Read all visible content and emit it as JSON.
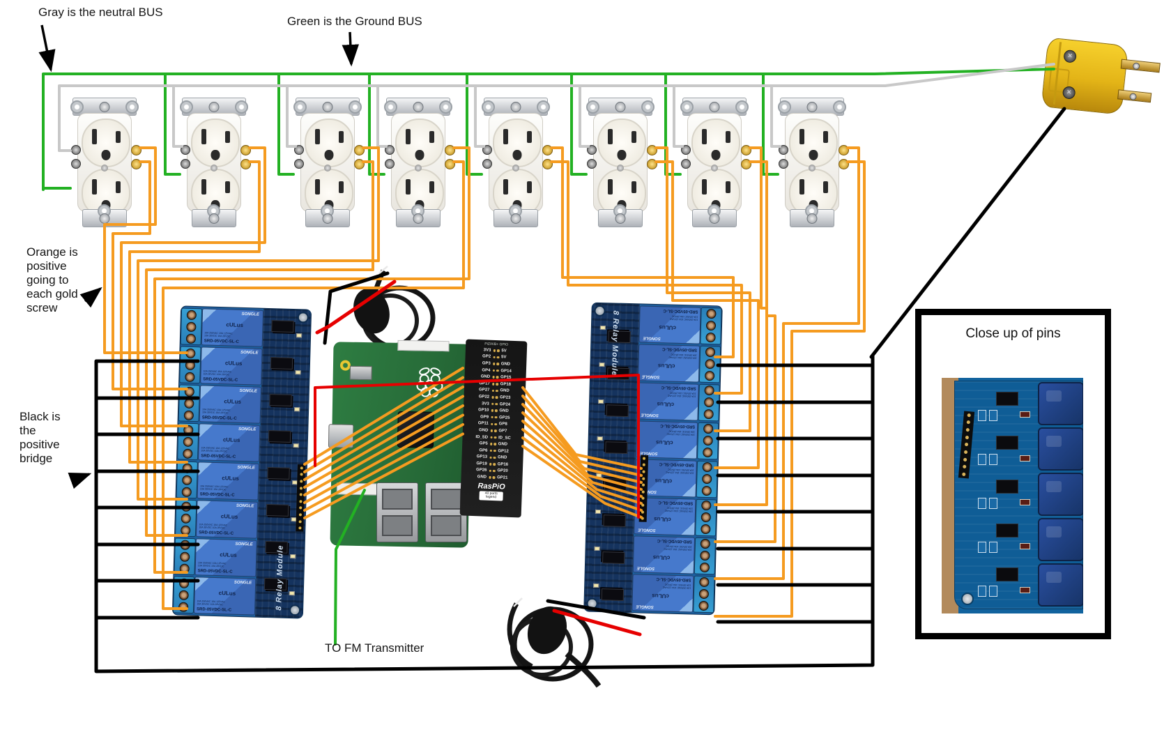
{
  "annotations": {
    "gray_note": "Gray is the neutral BUS",
    "green_note": "Green is the Ground BUS",
    "orange_note": "Orange is\npositive\ngoing to\neach gold\nscrew",
    "black_note": "Black is\nthe\npositive\nbridge",
    "fm_note": "TO FM Transmitter",
    "inset_title": "Close up of pins"
  },
  "colors": {
    "ground_green": "#23b123",
    "neutral_gray": "#c8c8c8",
    "positive_orange": "#f59b20",
    "bridge_black": "#000000",
    "power_red": "#e60000",
    "board_blue": "#1d5f9e",
    "relay_blue": "#3e74c8",
    "pi_green": "#2e7d42",
    "plug_yellow": "#f2c423"
  },
  "outlets": {
    "count": 8
  },
  "relay_module": {
    "label": "8 Relay Module",
    "relay_count": 8,
    "relay_brand": "SONGLE",
    "relay_model": "SRD-05VDC-SL-C",
    "ul_mark": "cULus",
    "rating_line1": "10A 250VAC  10A 125VAC",
    "rating_line2": "10A 30VDC   10A 28VDC"
  },
  "raspberry_pi": {
    "breakout_title": "PiZ/A/B+ GPIO",
    "brand": "RasPiO",
    "badge": "40 ports\nlegend",
    "gpio_left": [
      "3V3",
      "GP2",
      "GP3",
      "GP4",
      "GND",
      "GP17",
      "GP27",
      "GP22",
      "3V3",
      "GP10",
      "GP9",
      "GP11",
      "GND",
      "ID_SD",
      "GP5",
      "GP6",
      "GP13",
      "GP19",
      "GP26",
      "GND"
    ],
    "gpio_right": [
      "5V",
      "5V",
      "GND",
      "GP14",
      "GP15",
      "GP18",
      "GND",
      "GP23",
      "GP24",
      "GND",
      "GP25",
      "GP8",
      "GP7",
      "ID_SC",
      "GND",
      "GP12",
      "GND",
      "GP16",
      "GP20",
      "GP21"
    ]
  }
}
